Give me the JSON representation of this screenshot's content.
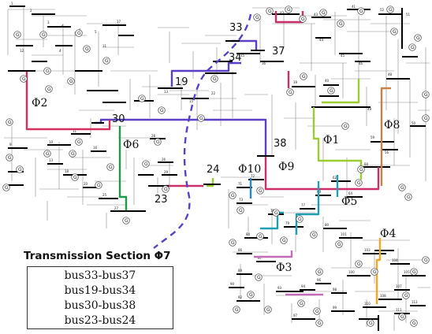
{
  "bus_labels": {
    "b33": "33",
    "b34": "34",
    "b37": "37",
    "b19": "19",
    "b30": "30",
    "b38": "38",
    "b24": "24",
    "b23": "23"
  },
  "sections": {
    "phi1": "Φ1",
    "phi2": "Φ2",
    "phi3": "Φ3",
    "phi4": "Φ4",
    "phi5": "Φ5",
    "phi6": "Φ6",
    "phi8": "Φ8",
    "phi9": "Φ9",
    "phi10": "Φ10"
  },
  "legend": {
    "title": "Transmission Section Φ7",
    "items": [
      "bus33-bus37",
      "bus19-bus34",
      "bus30-bus38",
      "bus23-bus24"
    ]
  },
  "generator_symbol": "G",
  "colors": {
    "phi1": "#9acd32",
    "phi2": "#d62f5b",
    "phi3": "#c46bb8",
    "phi4": "#f5a623",
    "phi5": "#1f9fb2",
    "phi6": "#1e9a4a",
    "phi7": "#5b3fc4",
    "phi8": "#c8804a",
    "phi9": "#cc2e6a",
    "phi10": "#1e88d0"
  }
}
